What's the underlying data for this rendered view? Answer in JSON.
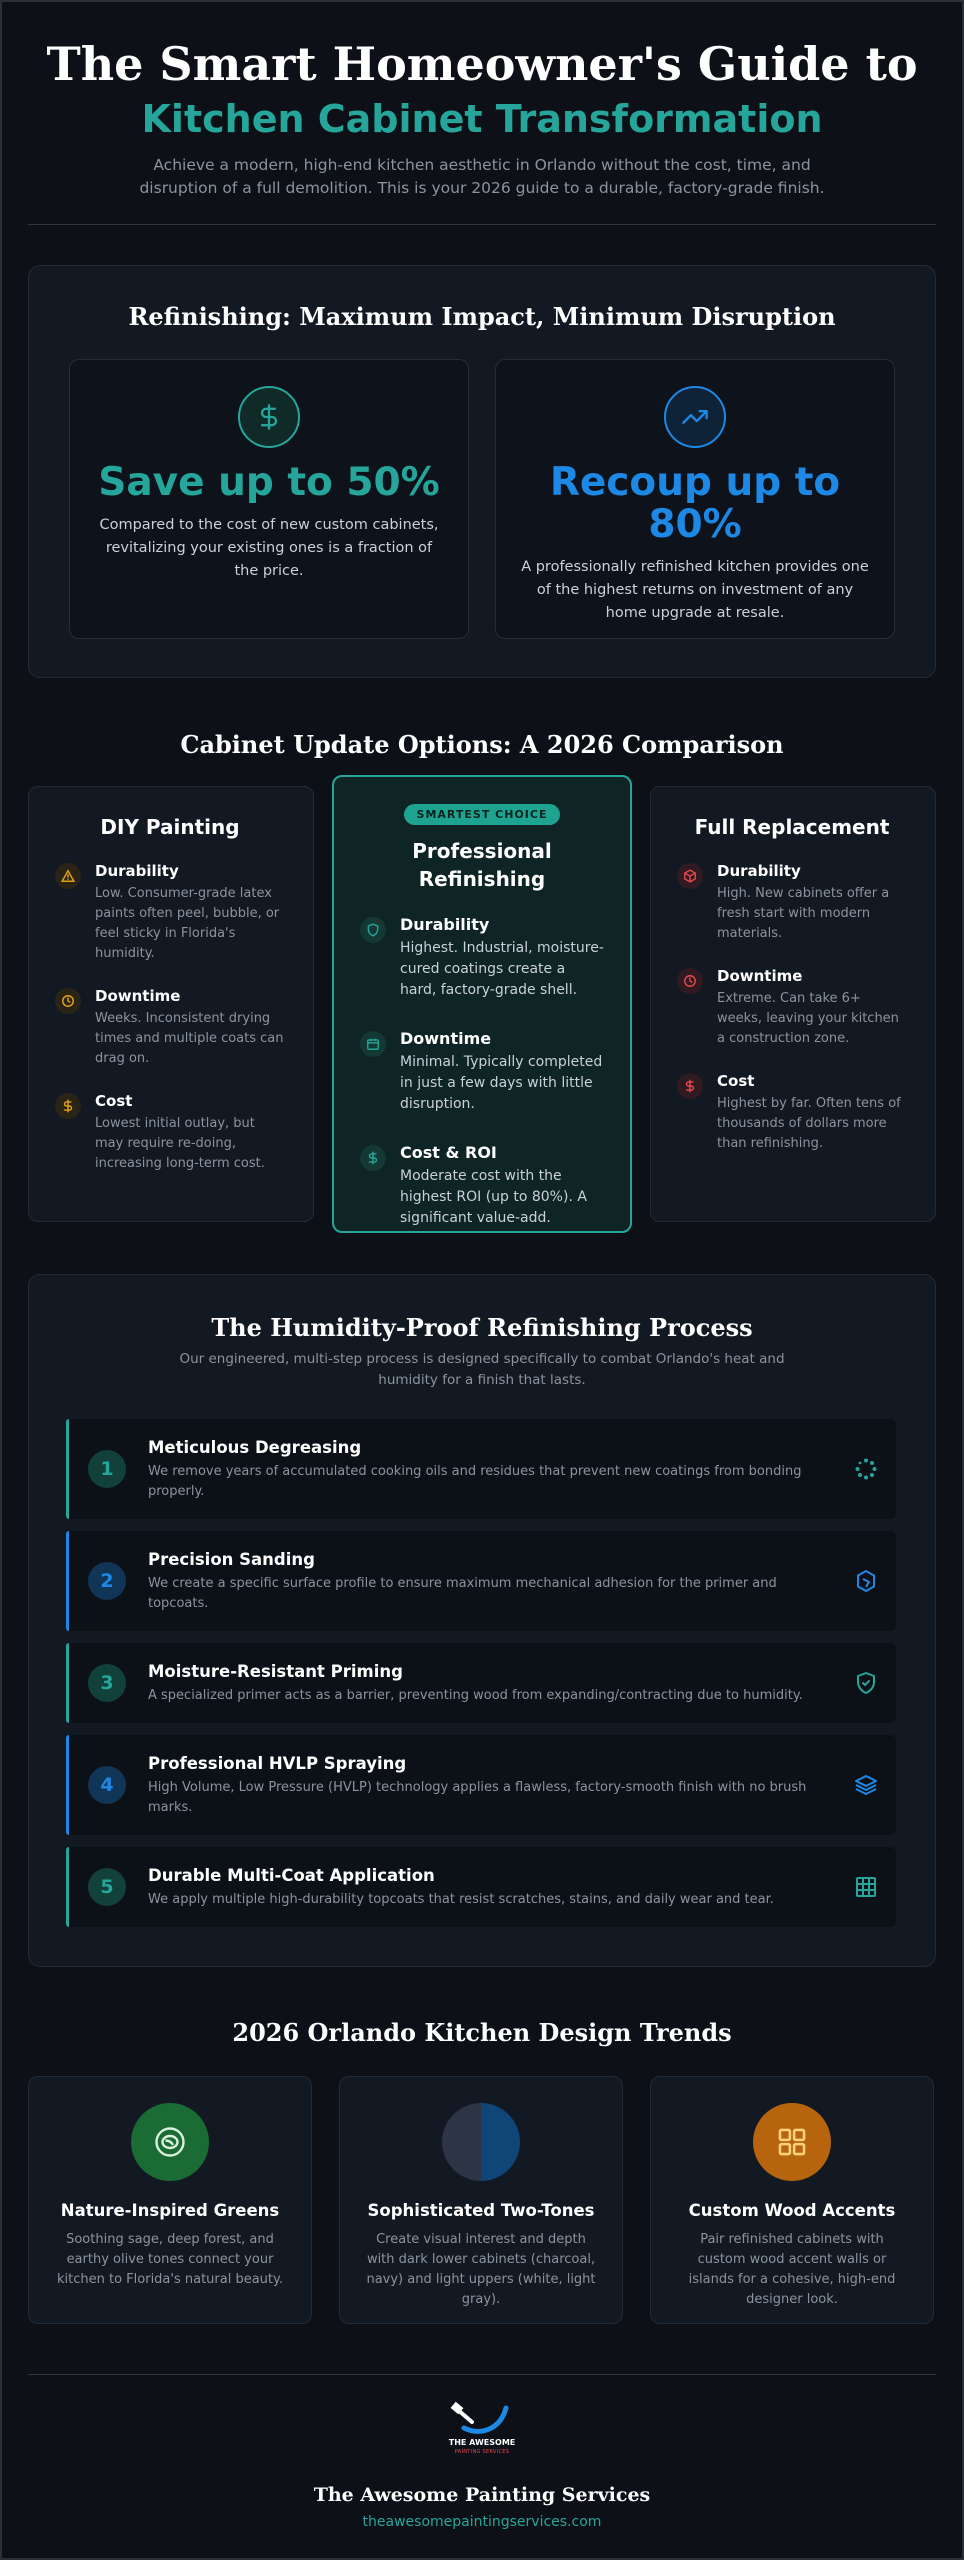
{
  "hero": {
    "title": "The Smart Homeowner's Guide to",
    "subtitle": "Kitchen Cabinet Transformation",
    "intro": "Achieve a modern, high-end kitchen aesthetic in Orlando without the cost, time, and disruption of a full demolition. This is your 2026 guide to a durable, factory-grade finish."
  },
  "refinishing": {
    "title": "Refinishing: Maximum Impact, Minimum Disruption",
    "cards": [
      {
        "icon": "dollar-icon",
        "headline": "Save up to 50%",
        "text": "Compared to the cost of new custom cabinets, revitalizing your existing ones is a fraction of the price.",
        "color": "#26a69a"
      },
      {
        "icon": "trending-up-icon",
        "headline": "Recoup up to 80%",
        "text": "A professionally refinished kitchen provides one of the highest returns on investment of any home upgrade at resale.",
        "color": "#1e88e5"
      }
    ]
  },
  "comparison": {
    "title": "Cabinet Update Options: A 2026 Comparison",
    "diy": {
      "title": "DIY Painting",
      "rows": [
        {
          "icon": "warning-icon",
          "label": "Durability",
          "text": "Low. Consumer-grade latex paints often peel, bubble, or feel sticky in Florida's humidity."
        },
        {
          "icon": "clock-icon",
          "label": "Downtime",
          "text": "Weeks. Inconsistent drying times and multiple coats can drag on."
        },
        {
          "icon": "dollar-icon",
          "label": "Cost",
          "text": "Lowest initial outlay, but may require re-doing, increasing long-term cost."
        }
      ]
    },
    "pro": {
      "badge": "SMARTEST CHOICE",
      "title": "Professional Refinishing",
      "rows": [
        {
          "icon": "shield-icon",
          "label": "Durability",
          "text": "Highest. Industrial, moisture-cured coatings create a hard, factory-grade shell."
        },
        {
          "icon": "calendar-icon",
          "label": "Downtime",
          "text": "Minimal. Typically completed in just a few days with little disruption."
        },
        {
          "icon": "dollar-icon",
          "label": "Cost & ROI",
          "text": "Moderate cost with the highest ROI (up to 80%). A significant value-add."
        }
      ]
    },
    "replace": {
      "title": "Full Replacement",
      "rows": [
        {
          "icon": "box-icon",
          "label": "Durability",
          "text": "High. New cabinets offer a fresh start with modern materials."
        },
        {
          "icon": "clock-icon",
          "label": "Downtime",
          "text": "Extreme. Can take 6+ weeks, leaving your kitchen a construction zone."
        },
        {
          "icon": "dollar-icon",
          "label": "Cost",
          "text": "Highest by far. Often tens of thousands of dollars more than refinishing."
        }
      ]
    }
  },
  "process": {
    "title": "The Humidity-Proof Refinishing Process",
    "subtitle": "Our engineered, multi-step process is designed specifically to combat Orlando's heat and humidity for a finish that lasts.",
    "steps": [
      {
        "num": "1",
        "title": "Meticulous Degreasing",
        "text": "We remove years of accumulated cooking oils and residues that prevent new coatings from bonding properly.",
        "icon": "spinner-icon"
      },
      {
        "num": "2",
        "title": "Precision Sanding",
        "text": "We create a specific surface profile to ensure maximum mechanical adhesion for the primer and topcoats.",
        "icon": "sanding-block-icon"
      },
      {
        "num": "3",
        "title": "Moisture-Resistant Priming",
        "text": "A specialized primer acts as a barrier, preventing wood from expanding/contracting due to humidity.",
        "icon": "shield-check-icon"
      },
      {
        "num": "4",
        "title": "Professional HVLP Spraying",
        "text": "High Volume, Low Pressure (HVLP) technology applies a flawless, factory-smooth finish with no brush marks.",
        "icon": "layers-icon"
      },
      {
        "num": "5",
        "title": "Durable Multi-Coat Application",
        "text": "We apply multiple high-durability topcoats that resist scratches, stains, and daily wear and tear.",
        "icon": "grid-icon"
      }
    ]
  },
  "trends": {
    "title": "2026 Orlando Kitchen Design Trends",
    "items": [
      {
        "icon": "leaf-icon",
        "title": "Nature-Inspired Greens",
        "text": "Soothing sage, deep forest, and earthy olive tones connect your kitchen to Florida's natural beauty."
      },
      {
        "icon": "two-tone-icon",
        "title": "Sophisticated Two-Tones",
        "text": "Create visual interest and depth with dark lower cabinets (charcoal, navy) and light uppers (white, light gray)."
      },
      {
        "icon": "wood-grid-icon",
        "title": "Custom Wood Accents",
        "text": "Pair refinished cabinets with custom wood accent walls or islands for a cohesive, high-end designer look."
      }
    ]
  },
  "footer": {
    "logo_line1": "THE AWESOME",
    "logo_line2": "PAINTING SERVICES",
    "company": "The Awesome Painting Services",
    "url": "theawesomepaintingservices.com"
  }
}
